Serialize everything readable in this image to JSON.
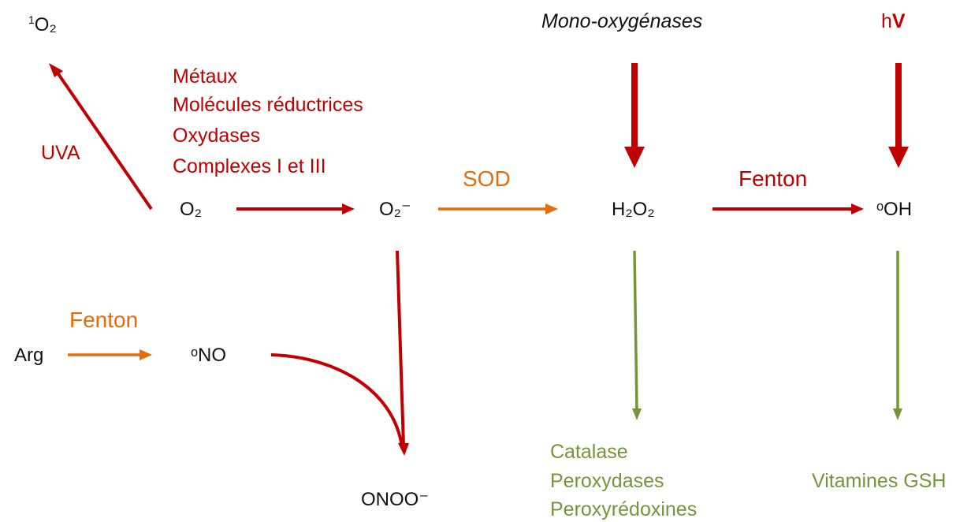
{
  "colors": {
    "red": "#c00000",
    "orange": "#e46c0a",
    "green": "#77933c",
    "black": "#111111"
  },
  "species": {
    "singlet_o2_sup": "1",
    "singlet_o2": "O₂",
    "o2": "O₂",
    "superoxide": "O₂⁻",
    "h2o2": "H₂O₂",
    "hydroxyl": "ᵒOH",
    "arg": "Arg",
    "no": "ᵒNO",
    "peroxynitrite": "ONOO⁻"
  },
  "labels": {
    "uva": "UVA",
    "sources": [
      "Métaux",
      "Molécules réductrices",
      "Oxydases",
      "Complexes I et III"
    ],
    "sod": "SOD",
    "fenton_top": "Fenton",
    "fenton_bottom": "Fenton",
    "monooxygenases": "Mono-oxygénases",
    "hv_h": "h",
    "hv_v": "V"
  },
  "defenses": {
    "h2o2": [
      "Catalase",
      "Peroxydases",
      "Peroxyrédoxines"
    ],
    "hydroxyl": "Vitamines GSH"
  }
}
